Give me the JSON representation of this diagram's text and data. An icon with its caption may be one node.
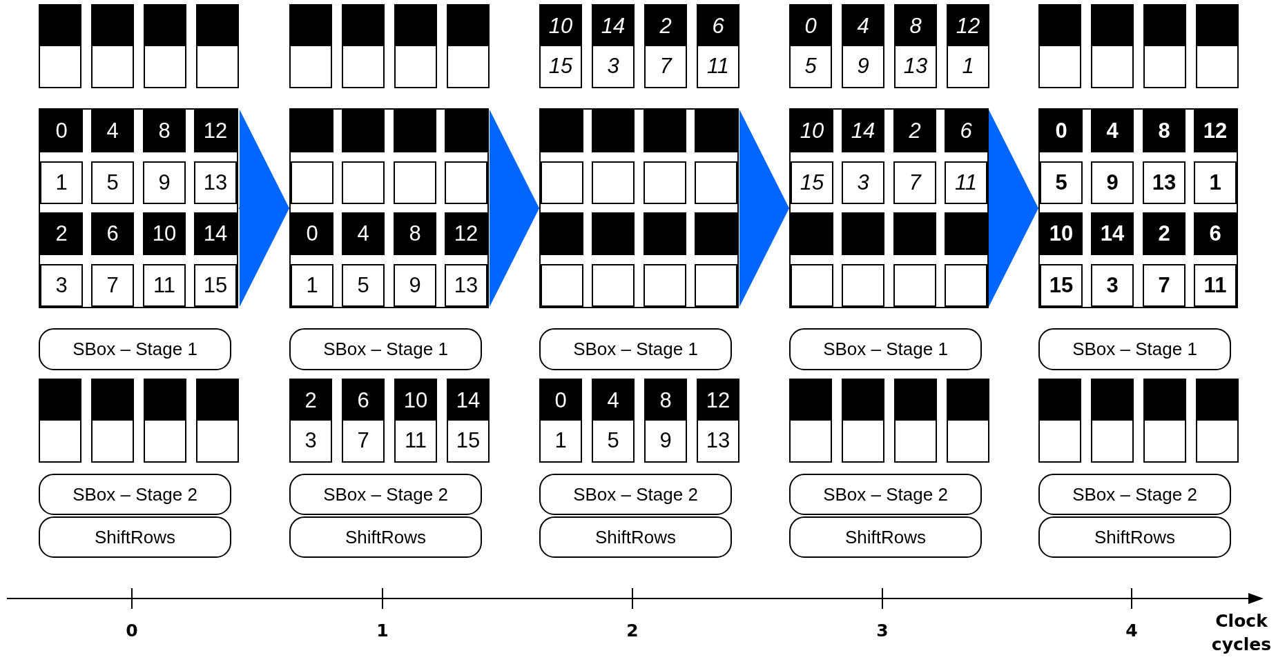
{
  "diagram": {
    "nodes": [
      {
        "text": [],
        "shape": "box"
      },
      {
        "text": [],
        "shape": "box"
      },
      {
        "text": [],
        "shape": "box"
      },
      {
        "text": [],
        "shape": "box"
      },
      {
        "text": [],
        "shape": "box"
      },
      {
        "text": [
          "0"
        ],
        "in": 4
      },
      {
        "text": [
          "4"
        ],
        "in": 4
      },
      {
        "text": [
          "8"
        ],
        "in": 4
      },
      {
        "text": [
          "12"
        ],
        "in": 4
      },
      {
        "text": [
          "1"
        ],
        "in": 4
      },
      {
        "text": [
          "5"
        ],
        "in": 4
      },
      {
        "text": [
          "9"
        ],
        "in": 4
      },
      {
        "text": [
          "13"
        ],
        "in": 4
      },
      {
        "text": [
          "2"
        ],
        "in": 4
      },
      {
        "text": [
          "6"
        ],
        "in": 4
      },
      {
        "text": [
          "10"
        ],
        "in": 4
      },
      {
        "text": [
          "14"
        ],
        "in": 4
      },
      {
        "text": [
          "3"
        ],
        "in": 4
      },
      {
        "text": [
          "7"
        ],
        "in": 4
      },
      {
        "text": [
          "11"
        ],
        "in": 4
      },
      {
        "text": [
          "15"
        ],
        "in": 4
      },
      {
        "text": [
          "SBox – Stage 1"
        ]
      },
      {
        "text": [],
        "shape": "box"
      },
      {
        "text": [],
        "shape": "box"
      },
      {
        "text": [],
        "shape": "box"
      },
      {
        "text": [],
        "shape": "box"
      },
      {
        "text": [
          "SBox – Stage 2"
        ]
      },
      {
        "text": [
          "ShiftRows"
        ]
      },
      {
        "text": [],
        "shape": "box"
      },
      {
        "text": [],
        "shape": "box"
      },
      {
        "text": [],
        "shape": "box"
      },
      {
        "text": [],
        "shape": "box"
      },
      {
        "text": [],
        "shape": "box"
      },
      {
        "text": [],
        "shape": "box",
        "in": 32
      },
      {
        "text": [],
        "shape": "box",
        "in": 32
      },
      {
        "text": [],
        "shape": "box",
        "in": 32
      },
      {
        "text": [],
        "shape": "box",
        "in": 32
      },
      {
        "text": [],
        "shape": "box",
        "in": 32
      },
      {
        "text": [],
        "shape": "box",
        "in": 32
      },
      {
        "text": [],
        "shape": "box",
        "in": 32
      },
      {
        "text": [],
        "shape": "box",
        "in": 32
      },
      {
        "text": [
          "0"
        ],
        "in": 32
      },
      {
        "text": [
          "4"
        ],
        "in": 32
      },
      {
        "text": [
          "8"
        ],
        "in": 32
      },
      {
        "text": [
          "12"
        ],
        "in": 32
      },
      {
        "text": [
          "1"
        ],
        "in": 32
      },
      {
        "text": [
          "5"
        ],
        "in": 32
      },
      {
        "text": [
          "9"
        ],
        "in": 32
      },
      {
        "text": [
          "13"
        ],
        "in": 32
      },
      {
        "text": [
          "SBox – Stage 1"
        ]
      },
      {
        "text": [
          "2",
          "3"
        ]
      },
      {
        "text": [
          "6",
          "7"
        ]
      },
      {
        "text": [
          "10",
          "11"
        ]
      },
      {
        "text": [
          "14",
          "15"
        ]
      },
      {
        "text": [
          "SBox – Stage 2"
        ]
      },
      {
        "text": [
          "ShiftRows"
        ]
      },
      {
        "text": [
          "10",
          "15"
        ]
      },
      {
        "text": [
          "14",
          "3"
        ]
      },
      {
        "text": [
          "2",
          "7"
        ]
      },
      {
        "text": [
          "6",
          "11"
        ]
      },
      {
        "text": [],
        "shape": "box"
      },
      {
        "text": [],
        "shape": "box",
        "in": 60
      },
      {
        "text": [],
        "shape": "box",
        "in": 60
      },
      {
        "text": [],
        "shape": "box",
        "in": 60
      },
      {
        "text": [],
        "shape": "box",
        "in": 60
      },
      {
        "text": [],
        "shape": "box",
        "in": 60
      },
      {
        "text": [],
        "shape": "box",
        "in": 60
      },
      {
        "text": [],
        "shape": "box",
        "in": 60
      },
      {
        "text": [],
        "shape": "box",
        "in": 60
      },
      {
        "text": [],
        "shape": "box",
        "in": 60
      },
      {
        "text": [],
        "shape": "box",
        "in": 60
      },
      {
        "text": [],
        "shape": "box",
        "in": 60
      },
      {
        "text": [],
        "shape": "box",
        "in": 60
      },
      {
        "text": [],
        "shape": "box",
        "in": 60
      },
      {
        "text": [],
        "shape": "box",
        "in": 60
      },
      {
        "text": [],
        "shape": "box",
        "in": 60
      },
      {
        "text": [],
        "shape": "box",
        "in": 60
      },
      {
        "text": [
          "SBox – Stage 1"
        ]
      },
      {
        "text": [
          "0",
          "1"
        ]
      },
      {
        "text": [
          "4",
          "5"
        ]
      },
      {
        "text": [
          "8",
          "9"
        ]
      },
      {
        "text": [
          "12",
          "13"
        ]
      },
      {
        "text": [
          "SBox – Stage 2"
        ]
      },
      {
        "text": [
          "ShiftRows"
        ]
      },
      {
        "text": [
          "0",
          "5"
        ]
      },
      {
        "text": [
          "4",
          "9"
        ]
      },
      {
        "text": [
          "8",
          "13"
        ]
      },
      {
        "text": [
          "12",
          "1"
        ]
      },
      {
        "text": [],
        "shape": "box"
      },
      {
        "text": [
          "10"
        ],
        "in": 88
      },
      {
        "text": [
          "14"
        ],
        "in": 88
      },
      {
        "text": [
          "2"
        ],
        "in": 88
      },
      {
        "text": [
          "6"
        ],
        "in": 88
      },
      {
        "text": [
          "15"
        ],
        "in": 88
      },
      {
        "text": [
          "3"
        ],
        "in": 88
      },
      {
        "text": [
          "7"
        ],
        "in": 88
      },
      {
        "text": [
          "11"
        ],
        "in": 88
      },
      {
        "text": [],
        "shape": "box",
        "in": 88
      },
      {
        "text": [],
        "shape": "box",
        "in": 88
      },
      {
        "text": [],
        "shape": "box",
        "in": 88
      },
      {
        "text": [],
        "shape": "box",
        "in": 88
      },
      {
        "text": [],
        "shape": "box",
        "in": 88
      },
      {
        "text": [],
        "shape": "box",
        "in": 88
      },
      {
        "text": [],
        "shape": "box",
        "in": 88
      },
      {
        "text": [],
        "shape": "box",
        "in": 88
      },
      {
        "text": [
          "SBox – Stage 1"
        ]
      },
      {
        "text": [],
        "shape": "box"
      },
      {
        "text": [],
        "shape": "box"
      },
      {
        "text": [],
        "shape": "box"
      },
      {
        "text": [],
        "shape": "box"
      },
      {
        "text": [
          "SBox – Stage 2"
        ]
      },
      {
        "text": [
          "ShiftRows"
        ]
      },
      {
        "text": [],
        "shape": "box"
      },
      {
        "text": [],
        "shape": "box"
      },
      {
        "text": [],
        "shape": "box"
      },
      {
        "text": [],
        "shape": "box"
      },
      {
        "text": [],
        "shape": "box"
      },
      {
        "text": [
          "0"
        ],
        "in": 116
      },
      {
        "text": [
          "4"
        ],
        "in": 116
      },
      {
        "text": [
          "8"
        ],
        "in": 116
      },
      {
        "text": [
          "12"
        ],
        "in": 116
      },
      {
        "text": [
          "5"
        ],
        "in": 116
      },
      {
        "text": [
          "9"
        ],
        "in": 116
      },
      {
        "text": [
          "13"
        ],
        "in": 116
      },
      {
        "text": [
          "1"
        ],
        "in": 116
      },
      {
        "text": [
          "10"
        ],
        "in": 116
      },
      {
        "text": [
          "14"
        ],
        "in": 116
      },
      {
        "text": [
          "2"
        ],
        "in": 116
      },
      {
        "text": [
          "6"
        ],
        "in": 116
      },
      {
        "text": [
          "15"
        ],
        "in": 116
      },
      {
        "text": [
          "3"
        ],
        "in": 116
      },
      {
        "text": [
          "7"
        ],
        "in": 116
      },
      {
        "text": [
          "11"
        ],
        "in": 116
      },
      {
        "text": [
          "SBox – Stage 1"
        ]
      },
      {
        "text": [],
        "shape": "box"
      },
      {
        "text": [],
        "shape": "box"
      },
      {
        "text": [],
        "shape": "box"
      },
      {
        "text": [],
        "shape": "box"
      },
      {
        "text": [
          "SBox – Stage 2"
        ]
      },
      {
        "text": [
          "ShiftRows"
        ]
      }
    ],
    "edges": [
      {
        "from": 4,
        "to": 32,
        "arrow": "to"
      },
      {
        "from": 32,
        "to": 60,
        "arrow": "to"
      },
      {
        "from": 60,
        "to": 88,
        "arrow": "to"
      },
      {
        "from": 88,
        "to": 116,
        "arrow": "to"
      }
    ],
    "labels": [
      "0",
      "1",
      "2",
      "3",
      "4",
      "Clock cycles"
    ]
  }
}
